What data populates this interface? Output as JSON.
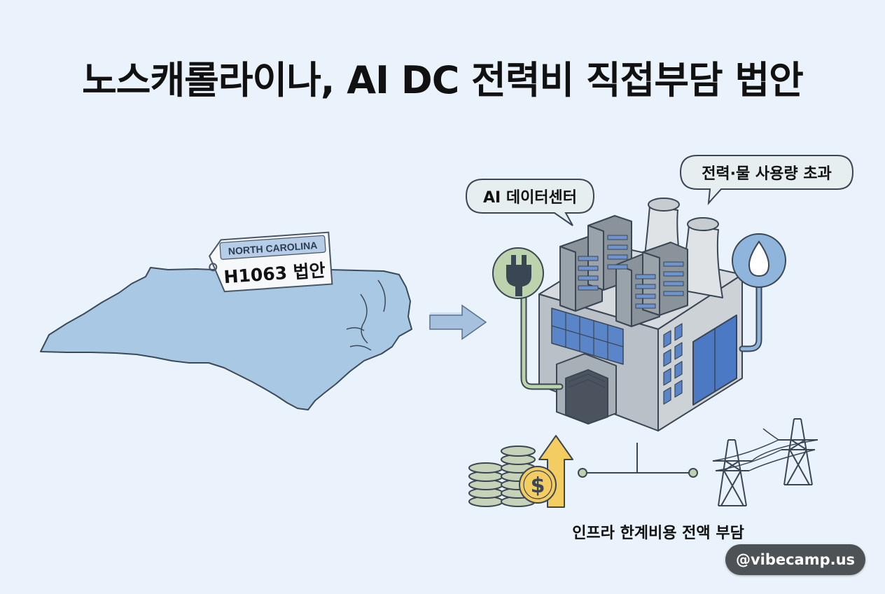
{
  "title": "노스캐롤라이나, AI DC 전력비 직접부담 법안",
  "tag": {
    "state": "NORTH CAROLINA",
    "bill": "H1063 법안"
  },
  "bubbles": {
    "datacenter": "AI 데이터센터",
    "usage": "전력·물 사용량 초과"
  },
  "caption": "인프라 한계비용 전액 부담",
  "watermark": "@vibecamp.us",
  "icons": [
    "plug-icon",
    "water-drop-icon",
    "dollar-coin-icon",
    "arrow-up-icon",
    "power-tower-icon",
    "arrow-right-icon"
  ],
  "colors": {
    "background": "#eaf3fb",
    "map": "#a9c8e3",
    "plug_circle": "#bcd3ad",
    "drop_circle": "#8fb5dc",
    "coin": "#f3cc62",
    "building": "#b9c0c7"
  }
}
